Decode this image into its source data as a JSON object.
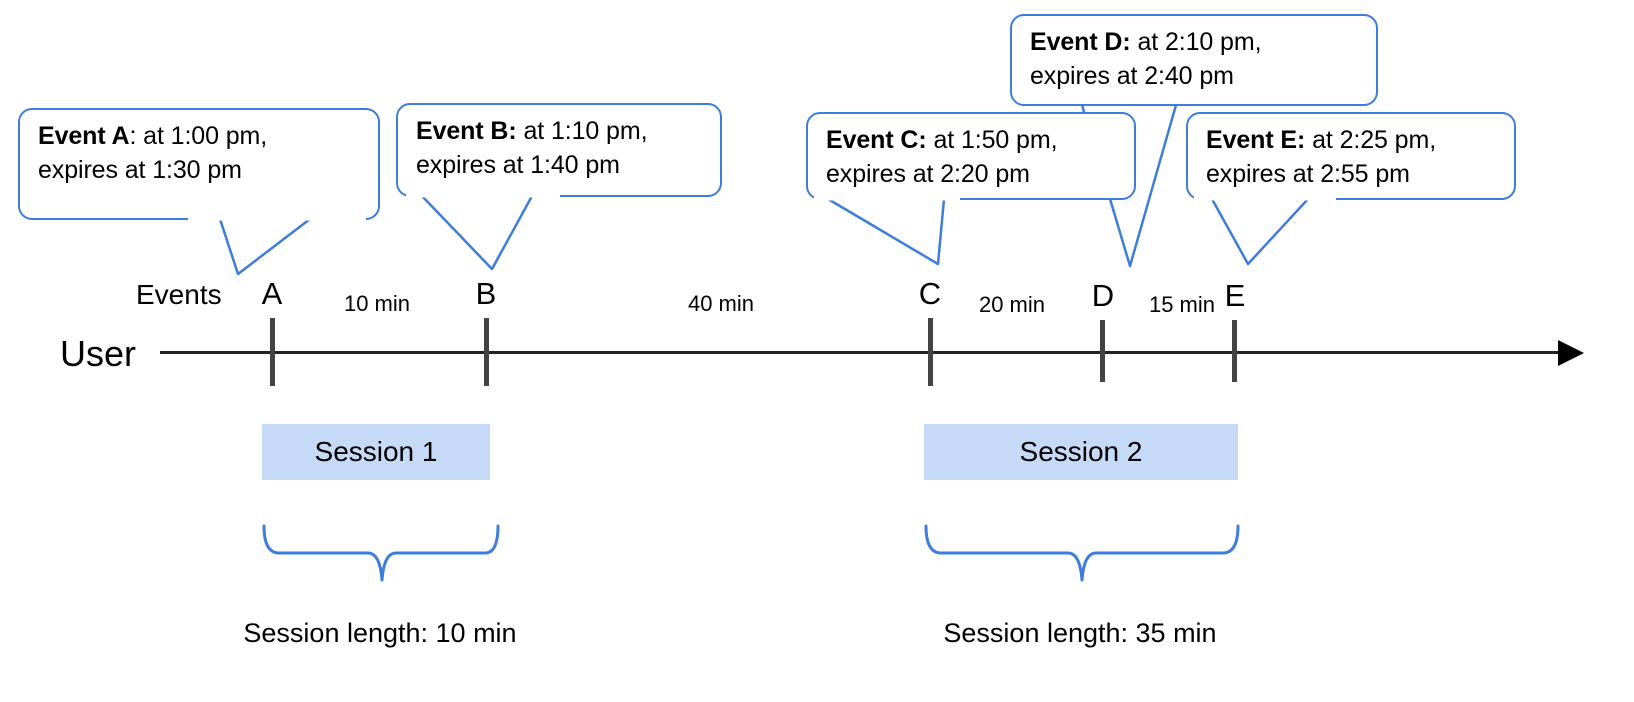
{
  "diagram": {
    "type": "timeline",
    "lane_label": "User",
    "events_row_label": "Events",
    "axis": {
      "arrow_direction": "right",
      "color": "#222222"
    },
    "accent_color": "#3d7ddb",
    "session_fill_color": "#c6d9f7",
    "events": [
      {
        "id": "A",
        "letter": "A",
        "callout_bold": "Event A",
        "callout_rest": ": at 1:00 pm,",
        "callout_line2": "expires at 1:30 pm",
        "time": "1:00 pm",
        "expires": "1:30 pm"
      },
      {
        "id": "B",
        "letter": "B",
        "callout_bold": "Event B:",
        "callout_rest": " at 1:10 pm,",
        "callout_line2": "expires at 1:40 pm",
        "time": "1:10 pm",
        "expires": "1:40 pm"
      },
      {
        "id": "C",
        "letter": "C",
        "callout_bold": "Event C:",
        "callout_rest": " at 1:50 pm,",
        "callout_line2": "expires at 2:20 pm",
        "time": "1:50 pm",
        "expires": "2:20 pm"
      },
      {
        "id": "D",
        "letter": "D",
        "callout_bold": "Event D:",
        "callout_rest": " at 2:10 pm,",
        "callout_line2": "expires at 2:40 pm",
        "time": "2:10 pm",
        "expires": "2:40 pm"
      },
      {
        "id": "E",
        "letter": "E",
        "callout_bold": "Event E:",
        "callout_rest": " at 2:25 pm,",
        "callout_line2": "expires at 2:55 pm",
        "time": "2:25 pm",
        "expires": "2:55 pm"
      }
    ],
    "gaps": [
      {
        "from": "A",
        "to": "B",
        "label": "10 min"
      },
      {
        "from": "B",
        "to": "C",
        "label": "40 min"
      },
      {
        "from": "C",
        "to": "D",
        "label": "20 min"
      },
      {
        "from": "D",
        "to": "E",
        "label": "15 min"
      }
    ],
    "sessions": [
      {
        "name": "Session 1",
        "length_label": "Session length: 10 min",
        "events": [
          "A",
          "B"
        ]
      },
      {
        "name": "Session 2",
        "length_label": "Session length: 35 min",
        "events": [
          "C",
          "D",
          "E"
        ]
      }
    ]
  }
}
